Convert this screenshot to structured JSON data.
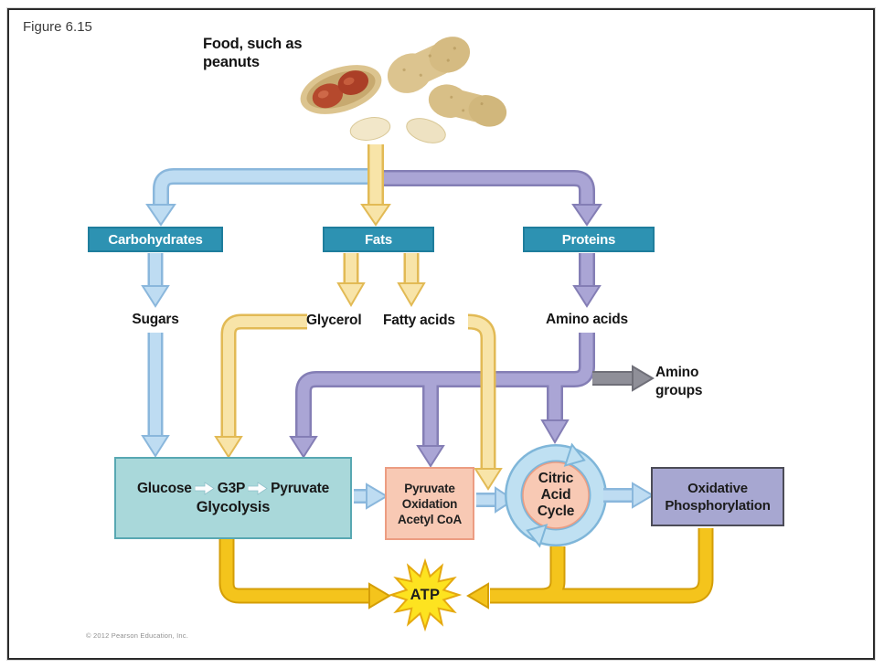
{
  "colors": {
    "blue_fill": "#bedcf2",
    "blue_edge": "#8ab7dc",
    "yellow_fill": "#f8e4a8",
    "yellow_edge": "#e2ba55",
    "purple_fill": "#aaa5d5",
    "purple_edge": "#847eb5",
    "gray_fill": "#8f8f98",
    "gray_edge": "#6f6f78",
    "gold_fill": "#f4c41c",
    "gold_edge": "#d49e07",
    "teal_box": "#2d92b2",
    "teal_box_edge": "#1f7e9d",
    "glycolysis_fill": "#a9d8da",
    "glycolysis_edge": "#58a8b2",
    "pink_fill": "#f8c9b4",
    "pink_edge": "#ec9d82",
    "lavender_fill": "#a7a7d1",
    "lavender_edge": "#4c4c57",
    "atp_fill": "#fde320",
    "atp_edge": "#e5a90f",
    "ring_fill": "#bfe0f2",
    "ring_edge": "#7fb6d9"
  },
  "figure": {
    "label": "Figure 6.15",
    "credit": "© 2012 Pearson Education, Inc."
  },
  "food_label": {
    "line1": "Food, such as",
    "line2": "peanuts"
  },
  "macros": {
    "carbohydrates": "Carbohydrates",
    "fats": "Fats",
    "proteins": "Proteins"
  },
  "monomers": {
    "sugars": "Sugars",
    "glycerol": "Glycerol",
    "fatty_acids": "Fatty acids",
    "amino_acids": "Amino acids"
  },
  "amino_groups": {
    "line1": "Amino",
    "line2": "groups"
  },
  "glycolysis": {
    "steps": [
      "Glucose",
      "G3P",
      "Pyruvate"
    ],
    "title": "Glycolysis"
  },
  "pyruvate_oxidation": {
    "line1": "Pyruvate",
    "line2": "Oxidation",
    "line3": "Acetyl CoA"
  },
  "citric_acid_cycle": {
    "line1": "Citric",
    "line2": "Acid",
    "line3": "Cycle"
  },
  "oxidative_phosphorylation": {
    "line1": "Oxidative",
    "line2": "Phosphorylation"
  },
  "atp_label": "ATP"
}
